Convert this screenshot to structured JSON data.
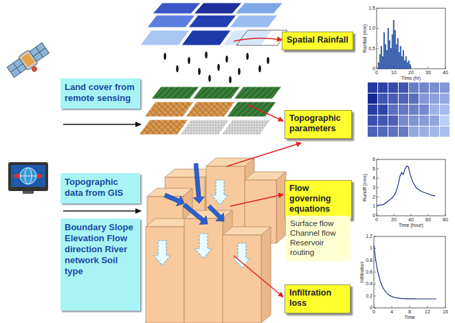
{
  "diagram": {
    "nodes": [
      {
        "text": [
          "Land cover from remote sensing"
        ]
      },
      {
        "text": [
          "Topographic data from GIS"
        ]
      },
      {
        "text": [
          "Boundary Slope Elevation Flow direction River network Soil type"
        ]
      },
      {
        "text": [
          "Spatial Rainfall"
        ]
      },
      {
        "text": [
          "Topographic parameters"
        ]
      },
      {
        "text": [
          "Flow governing equations"
        ]
      },
      {
        "text": [
          "Surface flow Channel flow Reservoir routing"
        ]
      },
      {
        "text": [
          "Infiltration loss"
        ]
      }
    ],
    "labels": [
      "Rainfall (mm)",
      "1.5",
      "1.0",
      "0.5",
      "0",
      "0",
      "10",
      "20",
      "30",
      "40",
      "Time (hr)",
      "Runoff (cms)",
      "6",
      "5",
      "4",
      "3",
      "2",
      "1",
      "0",
      "0",
      "20",
      "40",
      "60",
      "80",
      "Time (hour)",
      "Infiltration",
      "1.2",
      "1",
      "0.8",
      "0.6",
      "0.4",
      "0.2",
      "0",
      "0",
      "4",
      "8",
      "12",
      "16",
      "Time"
    ]
  }
}
